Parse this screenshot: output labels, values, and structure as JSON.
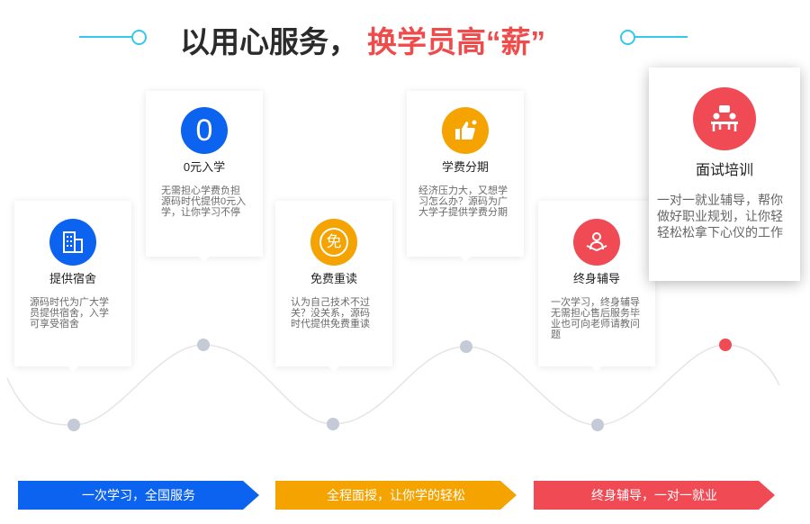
{
  "header": {
    "part1": "以用心服务，",
    "part2": "换学员高“薪”"
  },
  "cards": [
    {
      "icon": "building-icon",
      "color": "#0c63f0",
      "title": "提供宿舍",
      "desc": "源码时代为广大学员提供宿舍，入学可享受宿舍"
    },
    {
      "icon": "zero-icon",
      "icon_text": "0",
      "color": "#0c63f0",
      "title": "0元入学",
      "desc": "无需担心学费负担源码时代提供0元入学，让你学习不停"
    },
    {
      "icon": "free-icon",
      "icon_text": "免",
      "color": "#f5a300",
      "title": "免费重读",
      "desc": "认为自己技术不过关？没关系，源码时代提供免费重读"
    },
    {
      "icon": "thumbs-up-icon",
      "color": "#f5a300",
      "title": "学费分期",
      "desc": "经济压力大，又想学习怎么办？源码为广大学子提供学费分期"
    },
    {
      "icon": "reading-person-icon",
      "color": "#f04b55",
      "title": "终身辅导",
      "desc": "一次学习，终身辅导无需担心售后服务毕业也可向老师请教问题"
    },
    {
      "icon": "interview-icon",
      "color": "#f04b55",
      "title": "面试培训",
      "desc": "一对一就业辅导，帮你做好职业规划，让你轻轻松松拿下心仪的工作"
    }
  ],
  "banners": [
    {
      "label": "一次学习，全国服务",
      "color": "#0c63f0"
    },
    {
      "label": "全程面授，让你学的轻松",
      "color": "#f5a300"
    },
    {
      "label": "终身辅导，一对一就业",
      "color": "#f04b55"
    }
  ]
}
